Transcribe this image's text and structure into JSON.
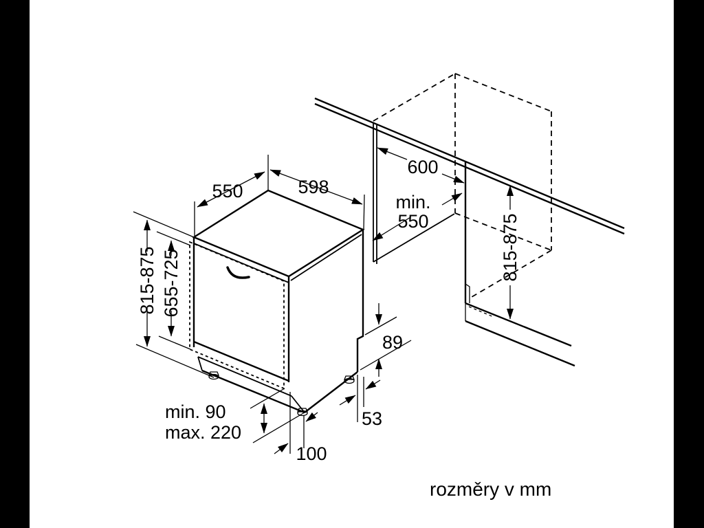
{
  "diagram": {
    "caption": "rozměry v mm",
    "colors": {
      "line": "#000000",
      "background": "#ffffff",
      "letterbox": "#000000"
    },
    "dimensions": {
      "appliance_depth": "550",
      "appliance_width": "598",
      "niche_width": "600",
      "niche_depth_prefix": "min.",
      "niche_depth_value": "550",
      "niche_height_left": "815-875",
      "door_panel_height": "655-725",
      "niche_height_right": "815-875",
      "rear_step_height": "89",
      "rear_step_depth": "53",
      "plinth_clearance_min": "min. 90",
      "plinth_clearance_max": "max. 220",
      "foot_inset": "100"
    }
  }
}
